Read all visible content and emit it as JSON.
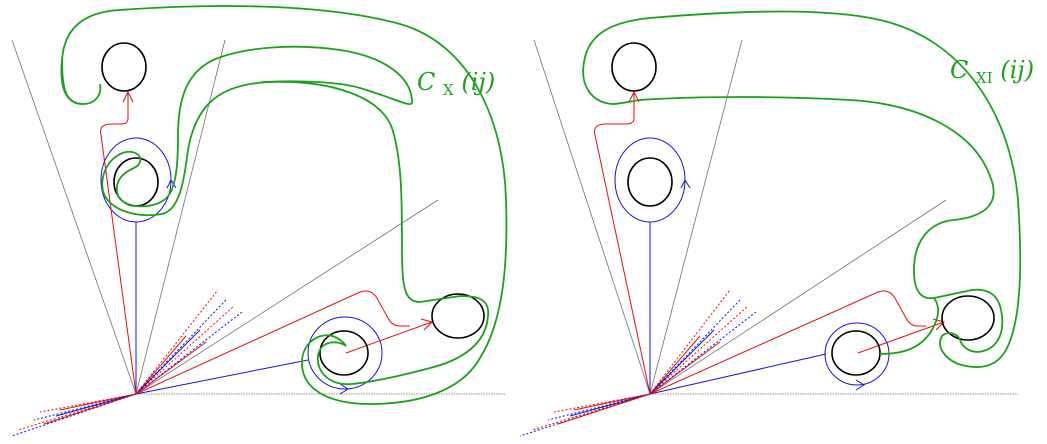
{
  "colors": {
    "green": "#1aa31a",
    "red": "#e01010",
    "blue": "#1414d6",
    "black": "#000000",
    "gray": "#707070"
  },
  "panels": [
    {
      "label_main": "C",
      "label_sub": "X",
      "label_args": "(ij)"
    },
    {
      "label_main": "C",
      "label_sub": "XI",
      "label_args": "(ij)"
    }
  ]
}
